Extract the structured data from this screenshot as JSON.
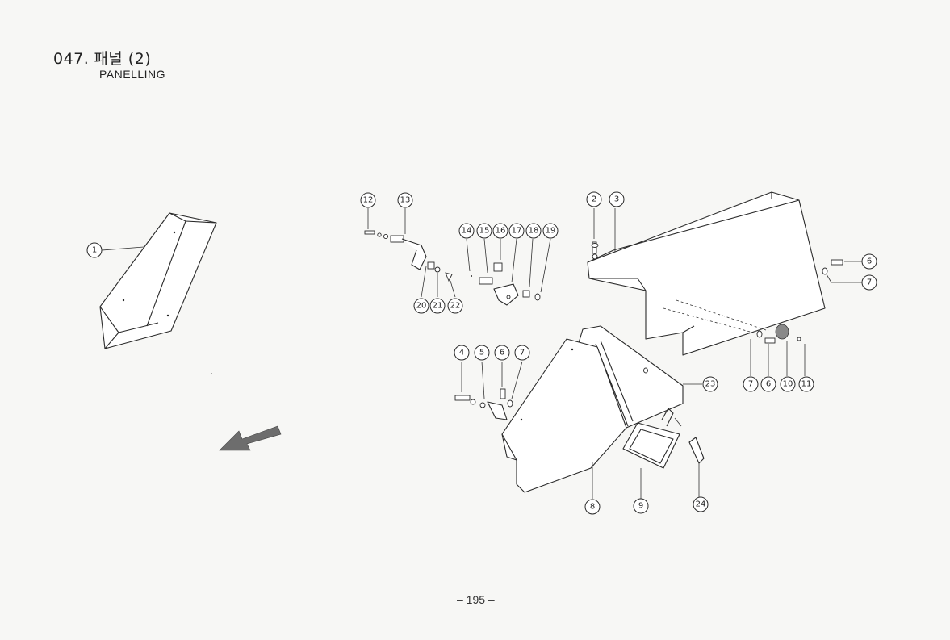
{
  "header": {
    "number": "047.",
    "title_ko": "패널 (2)",
    "title_en": "PANELLING"
  },
  "page_number": "– 195 –",
  "callouts": {
    "c1": "1",
    "c2": "2",
    "c3": "3",
    "c4": "4",
    "c5": "5",
    "c6a": "6",
    "c6b": "6",
    "c6c": "6",
    "c7a": "7",
    "c7b": "7",
    "c7c": "7",
    "c8": "8",
    "c9": "9",
    "c10": "10",
    "c11": "11",
    "c12": "12",
    "c13": "13",
    "c14": "14",
    "c15": "15",
    "c16": "16",
    "c17": "17",
    "c18": "18",
    "c19": "19",
    "c20": "20",
    "c21": "21",
    "c22": "22",
    "c23": "23",
    "c24": "24"
  }
}
